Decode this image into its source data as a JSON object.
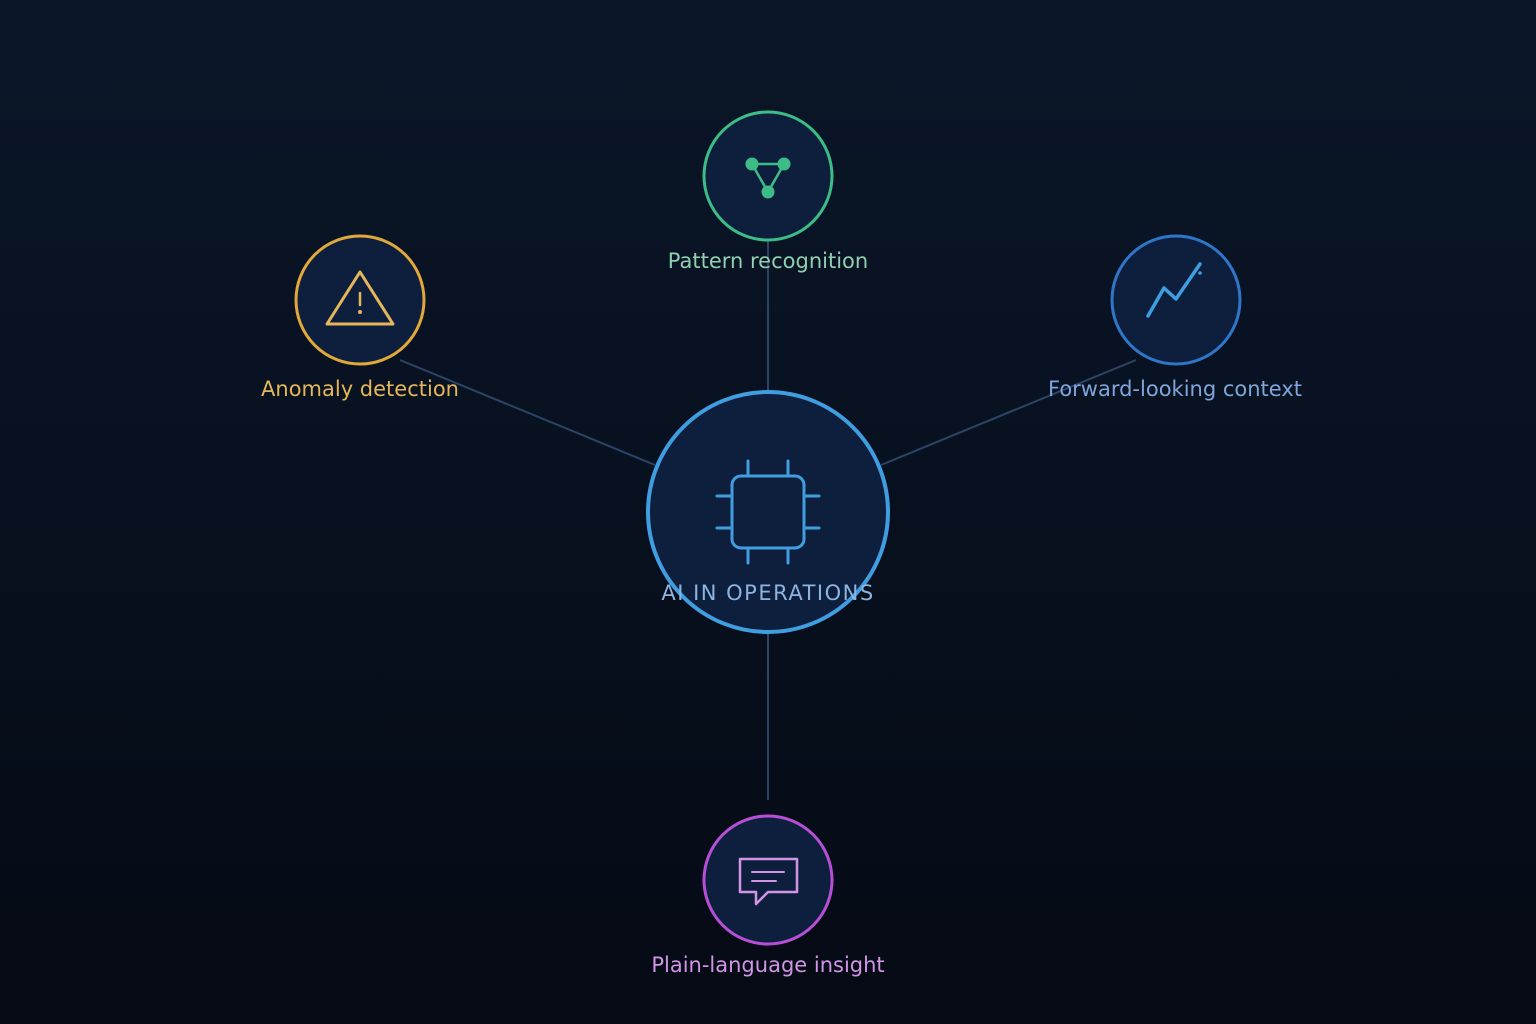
{
  "center": {
    "label": "AI IN OPERATIONS",
    "icon": "chip-icon",
    "color": "#3f9de0",
    "label_color": "#8cb4e0"
  },
  "nodes": [
    {
      "id": "pattern",
      "label": "Pattern recognition",
      "icon": "network-nodes-icon",
      "color": "#3dbd85",
      "label_color": "#8fd0b0"
    },
    {
      "id": "anomaly",
      "label": "Anomaly detection",
      "icon": "warning-triangle-icon",
      "color": "#e0a93a",
      "label_color": "#e6b75a"
    },
    {
      "id": "forward",
      "label": "Forward-looking context",
      "icon": "trend-line-icon",
      "color": "#2f76c9",
      "label_color": "#7fa6dc"
    },
    {
      "id": "insight",
      "label": "Plain-language insight",
      "icon": "chat-bubble-icon",
      "color": "#b64fd6",
      "label_color": "#d294e6"
    }
  ],
  "colors": {
    "connector": "#2c4468",
    "node_fill": "#0e1f3d"
  }
}
